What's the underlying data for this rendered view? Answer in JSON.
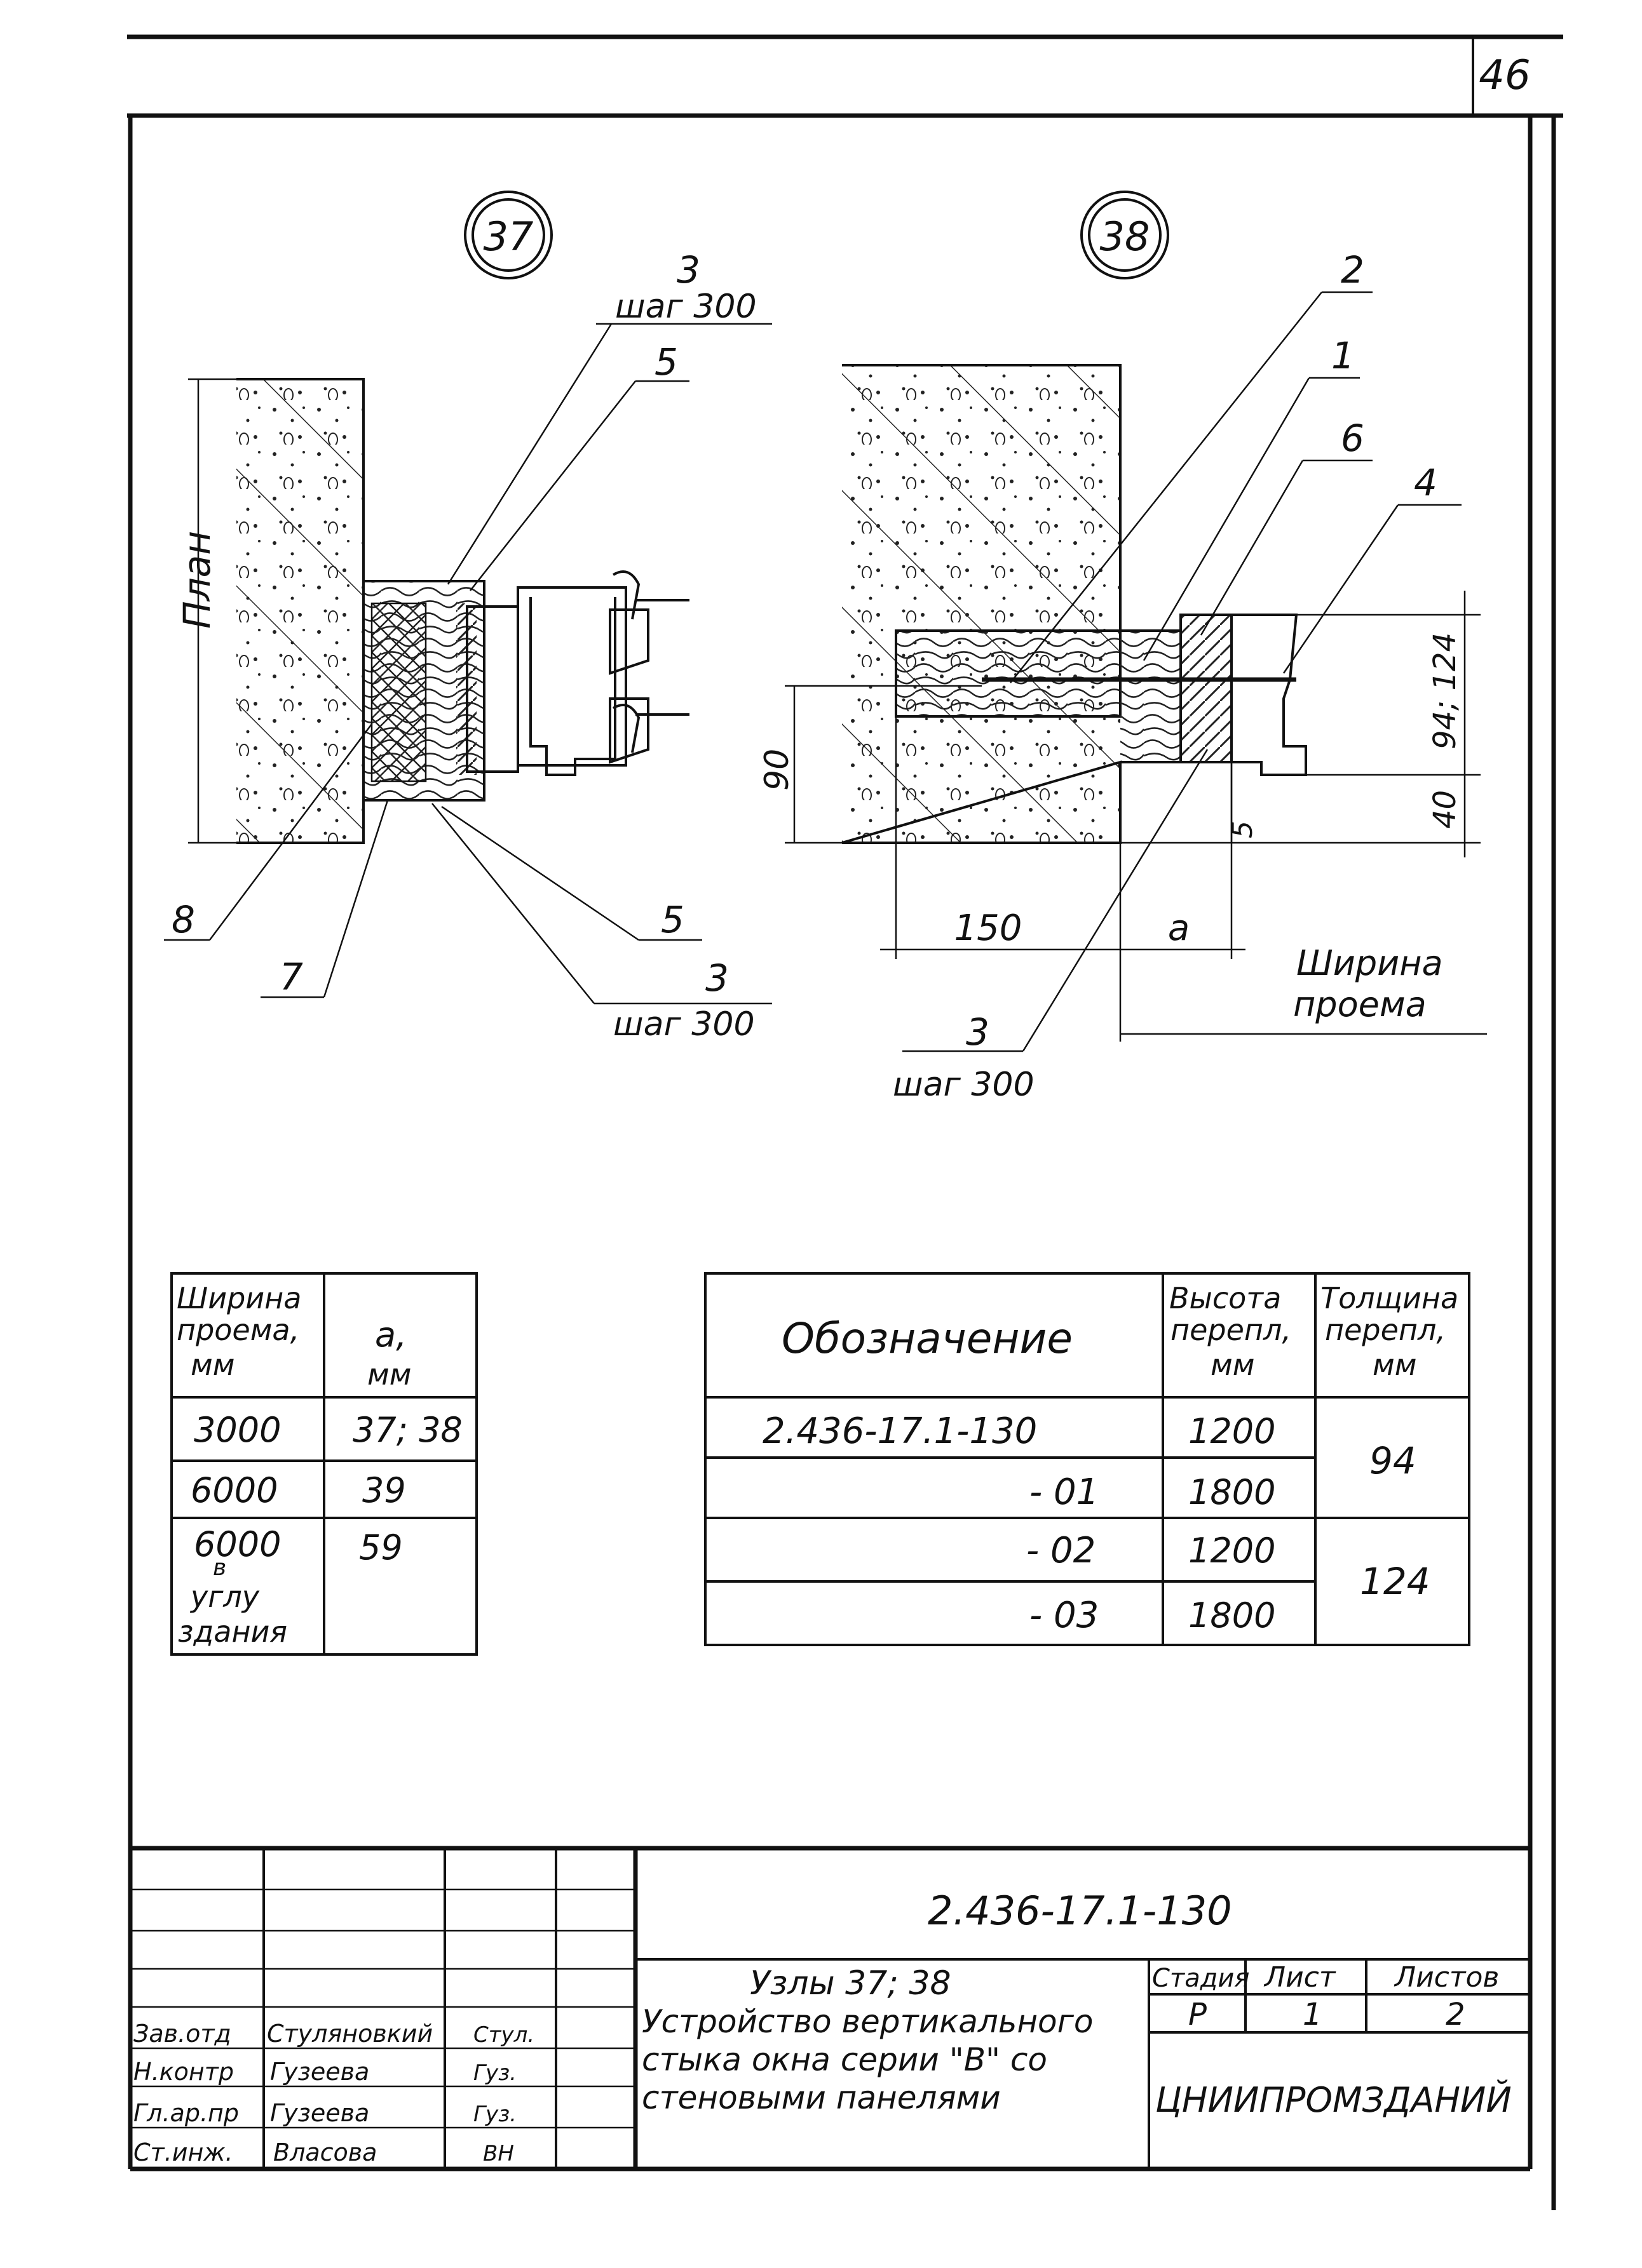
{
  "sheet_number": "46",
  "detail_37": {
    "id": "37",
    "plan_label": "План",
    "callouts": [
      {
        "num": "3",
        "note": "шаг 300"
      },
      {
        "num": "5",
        "note": ""
      },
      {
        "num": "8",
        "note": ""
      },
      {
        "num": "7",
        "note": ""
      },
      {
        "num": "5",
        "note": ""
      },
      {
        "num": "3",
        "note": "шаг 300"
      }
    ]
  },
  "detail_38": {
    "id": "38",
    "callouts": [
      {
        "num": "2",
        "note": ""
      },
      {
        "num": "1",
        "note": ""
      },
      {
        "num": "6",
        "note": ""
      },
      {
        "num": "4",
        "note": ""
      },
      {
        "num": "3",
        "note": "шаг 300"
      }
    ],
    "dims": {
      "d90": "90",
      "d150": "150",
      "da": "a",
      "d40": "40",
      "d5": "5",
      "d94": "94; 124"
    },
    "opening_width": [
      "Ширина",
      "проема"
    ]
  },
  "table_left": {
    "headers": [
      [
        "Ширина",
        "проема,",
        "мм"
      ],
      [
        "a,",
        "мм"
      ]
    ],
    "rows": [
      {
        "width": [
          "3000"
        ],
        "a": "37; 38"
      },
      {
        "width": [
          "6000"
        ],
        "a": "39"
      },
      {
        "width": [
          "6000",
          "в",
          "углу",
          "здания"
        ],
        "a": "59"
      }
    ]
  },
  "table_right": {
    "headers": {
      "designation": "Обозначение",
      "height": [
        "Высота",
        "перепл,",
        "мм"
      ],
      "thickness": [
        "Толщина",
        "перепл,",
        "мм"
      ]
    },
    "rows": [
      {
        "designation": "2.436-17.1-130",
        "height": "1200"
      },
      {
        "designation": "- 01",
        "height": "1800"
      },
      {
        "designation": "- 02",
        "height": "1200"
      },
      {
        "designation": "- 03",
        "height": "1800"
      }
    ],
    "thickness_groups": [
      "94",
      "124"
    ]
  },
  "title_block": {
    "code": "2.436-17.1-130",
    "title_lines": [
      "Узлы 37; 38",
      "Устройство вертикального",
      "стыка окна серии \"В\" со",
      "стеновыми панелями"
    ],
    "stage_label": "Стадия",
    "sheet_label": "Лист",
    "sheets_label": "Листов",
    "stage": "Р",
    "sheet": "1",
    "sheets": "2",
    "organization": "ЦНИИПРОМЗДАНИЙ",
    "people": [
      {
        "role": "Зав.отд",
        "name": "Стуляновкий",
        "sign": "Стул."
      },
      {
        "role": "Н.контр",
        "name": "Гузеева",
        "sign": "Гуз."
      },
      {
        "role": "Гл.ар.пр",
        "name": "Гузеева",
        "sign": "Гуз."
      },
      {
        "role": "Ст.инж.",
        "name": "Власова",
        "sign": "ВН"
      }
    ]
  }
}
